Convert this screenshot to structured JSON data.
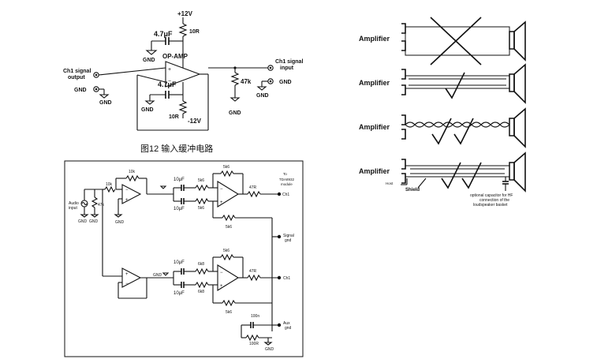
{
  "fig_buffer": {
    "supply_pos": "+12V",
    "supply_neg": "-12V",
    "r_top": "10R",
    "r_bottom": "10R",
    "cap_top": "4.7μF",
    "cap_bottom": "4.7μF",
    "gnd_top": "GND",
    "gnd_bottom": "GND",
    "opamp_label": "OP-AMP",
    "in_label_1": "Ch1 signal",
    "in_label_2": "output",
    "in_gnd_label": "GND",
    "in_gnd2_label": "GND",
    "out_label_1": "Ch1 signal",
    "out_label_2": "input",
    "out_gnd_label": "GND",
    "r_load": "47k",
    "r_load_gnd": "GND",
    "out_gnd2_label": "GND",
    "caption": "图12  输入缓冲电路"
  },
  "fig_module": {
    "r_fb_top": "10k",
    "r_in": "10k",
    "r_pot": "47k",
    "audio_label_1": "Audio",
    "audio_label_2": "input",
    "gnd_a": "GND",
    "gnd_b": "GND",
    "gnd_c": "GND",
    "cap1_top": "10μF",
    "cap1_bot": "10μF",
    "r_5k6_a": "5k6",
    "r_5k6_b": "5k6",
    "r_5k6_fb": "5k6",
    "r_47_top": "47R",
    "r_5k6_cross": "5k6",
    "to_label_1": "To",
    "to_label_2": "TDA8932",
    "to_label_3": "module",
    "ch1_top": "Ch1",
    "signal_gnd_1": "Signal",
    "signal_gnd_2": "gnd",
    "cap2_top": "10μF",
    "cap2_bot": "10μF",
    "gnd_d": "GND",
    "r_6k8_a": "6k8",
    "r_6k8_b": "6k8",
    "r_5k6_fb2": "5k6",
    "r_47_bot": "47R",
    "ch1_bot": "Ch1",
    "r_5k6_cross2": "5k6",
    "cap_100n": "100n",
    "r_100r": "100R",
    "aux_gnd_1": "Aux",
    "aux_gnd_2": "gnd",
    "gnd_e": "GND"
  },
  "fig_cables": {
    "rows": [
      {
        "label": "Amplifier"
      },
      {
        "label": "Amplifier"
      },
      {
        "label": "Amplifier"
      },
      {
        "label": "Amplifier"
      }
    ],
    "host_label": "Host",
    "shield_label": "Shield",
    "note_1": "optional capacitor for HF",
    "note_2": "connection of the",
    "note_3": "loudspeaker basket"
  }
}
